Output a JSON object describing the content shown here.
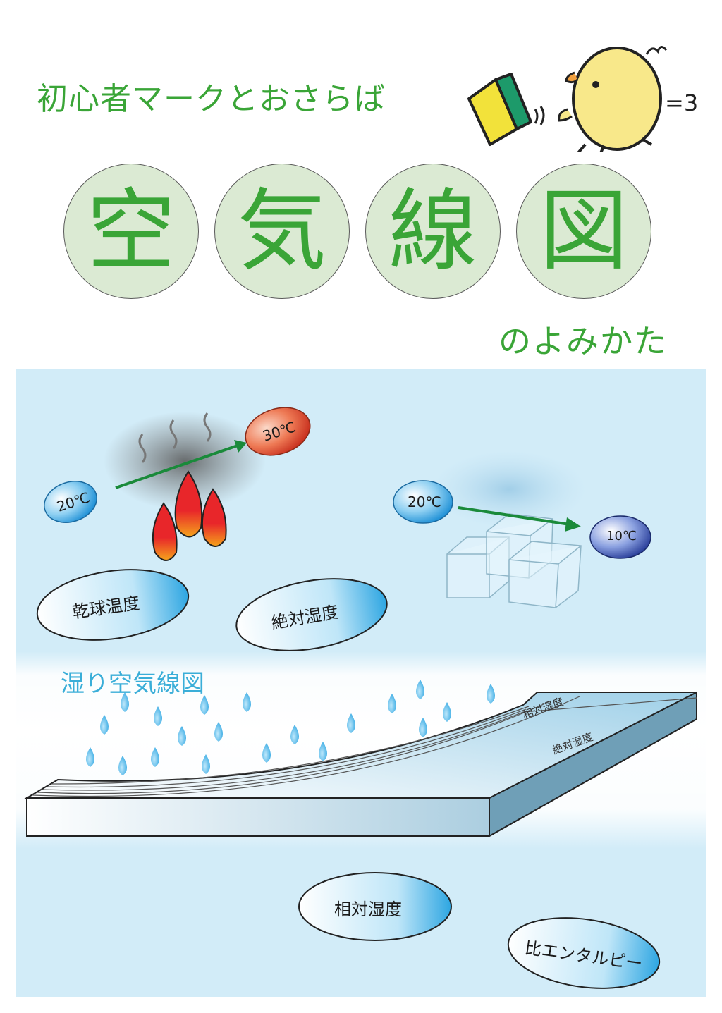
{
  "header": {
    "subtitle": "初心者マークとおさらば",
    "title_chars": [
      "空",
      "気",
      "線",
      "図"
    ],
    "yomikata": "のよみかた",
    "mascot_sound": "=3"
  },
  "colors": {
    "green": "#3aa537",
    "circle_fill": "#dbead3",
    "panel_bg": "#d2ecf8",
    "chart_title": "#3aaed8",
    "arrow": "#1a8a3a"
  },
  "heating": {
    "from": "20℃",
    "to": "30℃"
  },
  "cooling": {
    "from": "20℃",
    "to": "10℃"
  },
  "bubbles": {
    "dry_bulb": "乾球温度",
    "absolute_humidity": "絶対湿度",
    "relative_humidity": "相対湿度",
    "enthalpy": "比エンタルピー"
  },
  "chart": {
    "title": "湿り空気線図",
    "board_label_1": "相対湿度",
    "board_label_2": "絶対湿度"
  },
  "icons": [
    "beginner-mark-icon",
    "chick-mascot-icon",
    "flame-icon",
    "ice-cube-icon",
    "water-drop-icon",
    "smoke-icon",
    "steam-icon"
  ]
}
